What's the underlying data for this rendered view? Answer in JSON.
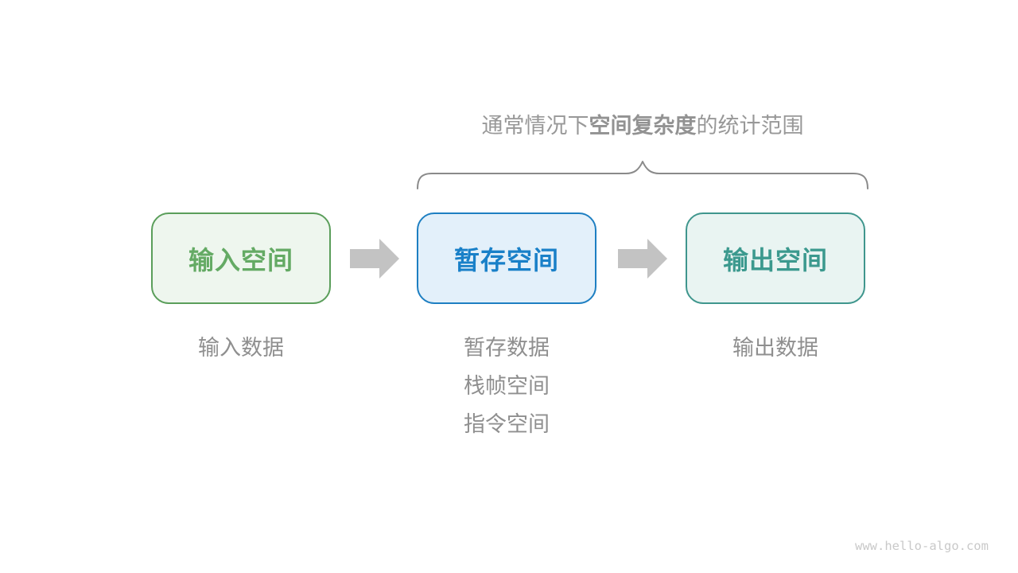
{
  "diagram": {
    "title": {
      "prefix": "通常情况下",
      "bold": "空间复杂度",
      "suffix": "的统计范围"
    },
    "boxes": [
      {
        "id": "input-space",
        "label": "输入空间"
      },
      {
        "id": "temporary-space",
        "label": "暂存空间"
      },
      {
        "id": "output-space",
        "label": "输出空间"
      }
    ],
    "notes": [
      {
        "for": "input-space",
        "lines": [
          "输入数据"
        ]
      },
      {
        "for": "temporary-space",
        "lines": [
          "暂存数据",
          "栈帧空间",
          "指令空间"
        ]
      },
      {
        "for": "output-space",
        "lines": [
          "输出数据"
        ]
      }
    ],
    "icons": [
      "right-arrow",
      "right-arrow",
      "curly-brace"
    ],
    "colors": {
      "input_border": "#5A9E5A",
      "input_fill": "#EEF6EE",
      "input_text": "#64AA64",
      "temp_border": "#1E7FC2",
      "temp_fill": "#E3F0FA",
      "temp_text": "#1980C8",
      "output_border": "#3F968D",
      "output_fill": "#E9F4F2",
      "output_text": "#3B998E",
      "title_text": "#989898",
      "note_text": "#8F8F8F",
      "brace_stroke": "#8A8A8A",
      "arrow_fill": "#C3C3C3",
      "watermark_text": "#C9C9C9"
    },
    "watermark": "www.hello-algo.com"
  }
}
